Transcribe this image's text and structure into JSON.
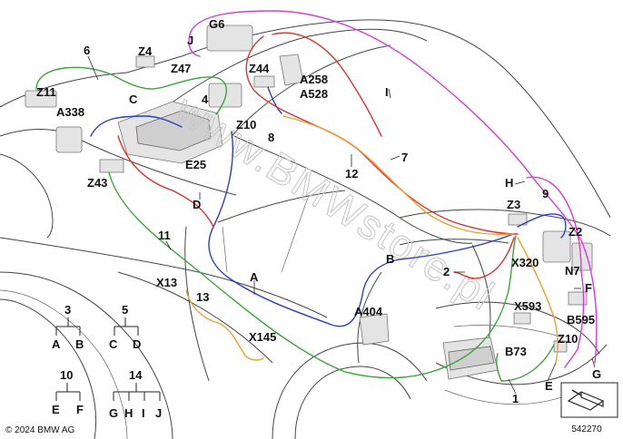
{
  "wire_colors": {
    "green": "#3aa63a",
    "blue": "#2b3fc4",
    "red": "#e0312b",
    "orange": "#f0a030",
    "magenta": "#d63bd6",
    "dark": "#333333"
  },
  "watermark": "www.BMWstore.pl",
  "copyright": "© 2024 BMW AG",
  "document_number": "542270",
  "labels": {
    "g6": "G6",
    "j_top": "J",
    "z4": "Z4",
    "six": "6",
    "z47": "Z47",
    "z11": "Z11",
    "c_top": "C",
    "four": "4",
    "a338": "A338",
    "z44": "Z44",
    "a258": "A258",
    "a528": "A528",
    "i_top": "I",
    "z10_top": "Z10",
    "eight": "8",
    "seven": "7",
    "e25": "E25",
    "twelve": "12",
    "z43": "Z43",
    "d_mid": "D",
    "h_right": "H",
    "nine": "9",
    "z3": "Z3",
    "z2": "Z2",
    "eleven": "11",
    "b_mid": "B",
    "x320": "X320",
    "n7": "N7",
    "two": "2",
    "f_right": "F",
    "a_mid": "A",
    "x13": "X13",
    "thirteen": "13",
    "a404": "A404",
    "x593": "X593",
    "b595": "B595",
    "x145": "X145",
    "b73": "B73",
    "z10_bot": "Z10",
    "e_bot": "E",
    "g_bot": "G",
    "one": "1"
  },
  "legend": {
    "tree3": {
      "root": "3",
      "leaves": [
        "A",
        "B"
      ]
    },
    "tree5": {
      "root": "5",
      "leaves": [
        "C",
        "D"
      ]
    },
    "tree10": {
      "root": "10",
      "leaves": [
        "E",
        "F"
      ]
    },
    "tree14": {
      "root": "14",
      "leaves": [
        "G",
        "H",
        "I",
        "J"
      ]
    }
  }
}
